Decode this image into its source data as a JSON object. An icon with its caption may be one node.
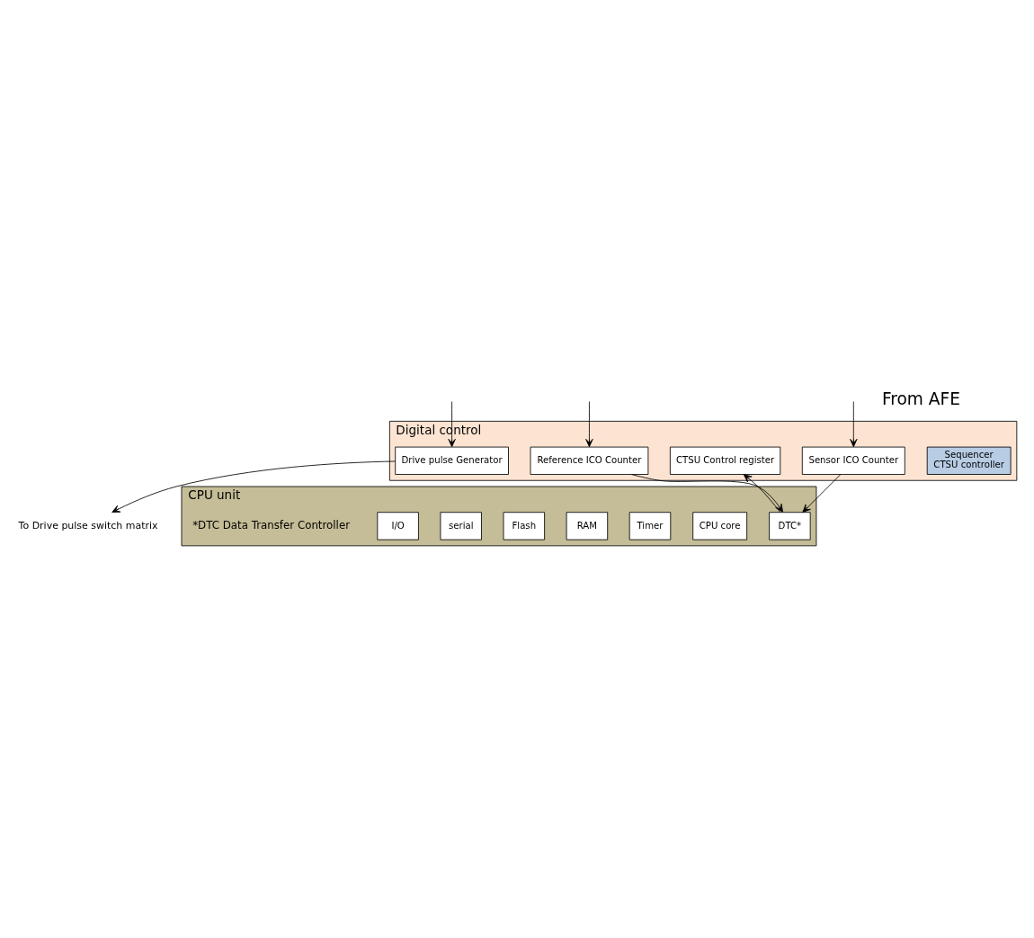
{
  "diagram": {
    "nodes": [
      {
        "text": [
          "Digital control"
        ]
      },
      {
        "text": [
          "Sequencer",
          "CTSU controller"
        ],
        "in": 0
      },
      {
        "text": [
          "Drive pulse Generator"
        ],
        "in": 0
      },
      {
        "text": [
          "Reference ICO Counter"
        ],
        "in": 0
      },
      {
        "text": [
          "Sensor ICO Counter"
        ],
        "in": 0
      },
      {
        "text": [
          "CTSU Control register"
        ],
        "in": 0
      },
      {
        "text": [
          "To Drive pulse switch matrix"
        ]
      },
      {
        "text": [
          "CPU unit"
        ]
      },
      {
        "text": [
          "DTC*"
        ],
        "in": 7
      },
      {
        "text": [
          "CPU core"
        ],
        "in": 7
      },
      {
        "text": [
          "Timer"
        ],
        "in": 7
      },
      {
        "text": [
          "RAM"
        ],
        "in": 7
      },
      {
        "text": [
          "Flash"
        ],
        "in": 7
      },
      {
        "text": [
          "serial"
        ],
        "in": 7
      },
      {
        "text": [
          "I/O"
        ],
        "in": 7
      }
    ],
    "edges": [
      {
        "from": null,
        "to": 2,
        "arrow": "to"
      },
      {
        "from": null,
        "to": 3,
        "arrow": "to"
      },
      {
        "from": null,
        "to": 4,
        "arrow": "to"
      },
      {
        "from": 2,
        "to": 6,
        "arrow": "to"
      },
      {
        "from": 3,
        "to": 8,
        "arrow": "to"
      },
      {
        "from": 4,
        "to": 8,
        "arrow": "to"
      },
      {
        "from": 8,
        "to": 5,
        "arrow": "to"
      }
    ],
    "labels": [
      "From AFE",
      "*DTC Data Transfer Controller"
    ]
  }
}
